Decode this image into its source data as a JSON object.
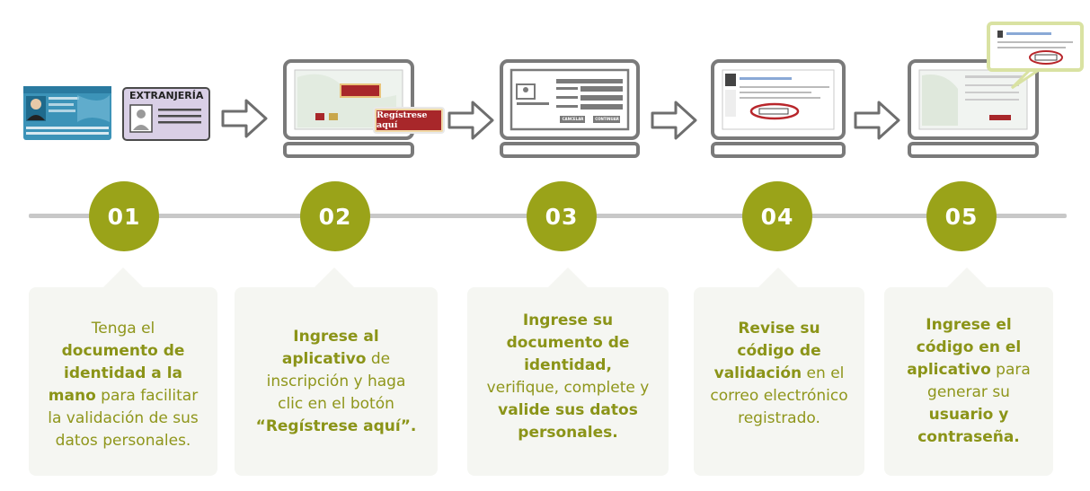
{
  "steps": [
    {
      "number": "01",
      "text_parts": [
        {
          "t": "Tenga el",
          "b": false
        },
        {
          "t": "documento de identidad a la mano",
          "b": true
        },
        {
          "t": "para facilitar la validación de sus datos personales.",
          "b": false
        }
      ],
      "lines": [
        [
          [
            "Tenga el",
            false
          ]
        ],
        [
          [
            "documento de",
            true
          ]
        ],
        [
          [
            "identidad a la",
            true
          ]
        ],
        [
          [
            "mano",
            true
          ],
          [
            " para facilitar",
            false
          ]
        ],
        [
          [
            "la validación de sus",
            false
          ]
        ],
        [
          [
            "datos personales.",
            false
          ]
        ]
      ]
    },
    {
      "number": "02",
      "lines": [
        [
          [
            "Ingrese al",
            true
          ]
        ],
        [
          [
            "aplicativo",
            true
          ],
          [
            " de",
            false
          ]
        ],
        [
          [
            "inscripción y haga",
            false
          ]
        ],
        [
          [
            "clic en el botón",
            false
          ]
        ],
        [
          [
            "“Regístrese aquí”.",
            true
          ]
        ]
      ]
    },
    {
      "number": "03",
      "lines": [
        [
          [
            "Ingrese su",
            true
          ]
        ],
        [
          [
            "documento de",
            true
          ]
        ],
        [
          [
            "identidad,",
            true
          ]
        ],
        [
          [
            "verifique, complete y",
            false
          ]
        ],
        [
          [
            "valide sus datos",
            true
          ]
        ],
        [
          [
            "personales.",
            true
          ]
        ]
      ]
    },
    {
      "number": "04",
      "lines": [
        [
          [
            "Revise su",
            true
          ]
        ],
        [
          [
            "código de",
            true
          ]
        ],
        [
          [
            "validación",
            true
          ],
          [
            " en el",
            false
          ]
        ],
        [
          [
            "correo electrónico",
            false
          ]
        ],
        [
          [
            "registrado.",
            false
          ]
        ]
      ]
    },
    {
      "number": "05",
      "lines": [
        [
          [
            "Ingrese el",
            true
          ]
        ],
        [
          [
            "código en el",
            true
          ]
        ],
        [
          [
            "aplicativo",
            true
          ],
          [
            " para",
            false
          ]
        ],
        [
          [
            "generar su",
            false
          ]
        ],
        [
          [
            "usuario y",
            true
          ]
        ],
        [
          [
            "contraseña.",
            true
          ]
        ]
      ]
    }
  ],
  "icons": {
    "id_card_label": "EXTRANJERÍA",
    "register_button_label": "Regístrese aquí",
    "form_button_cancel": "CANCELAR",
    "form_button_continue": "CONTINUAR"
  },
  "colors": {
    "accent": "#9aa319",
    "text": "#8f961b",
    "card": "#f5f6f2",
    "line": "#c8c8c8",
    "icon_stroke": "#7a7a7a",
    "register_red": "#a8272a"
  }
}
